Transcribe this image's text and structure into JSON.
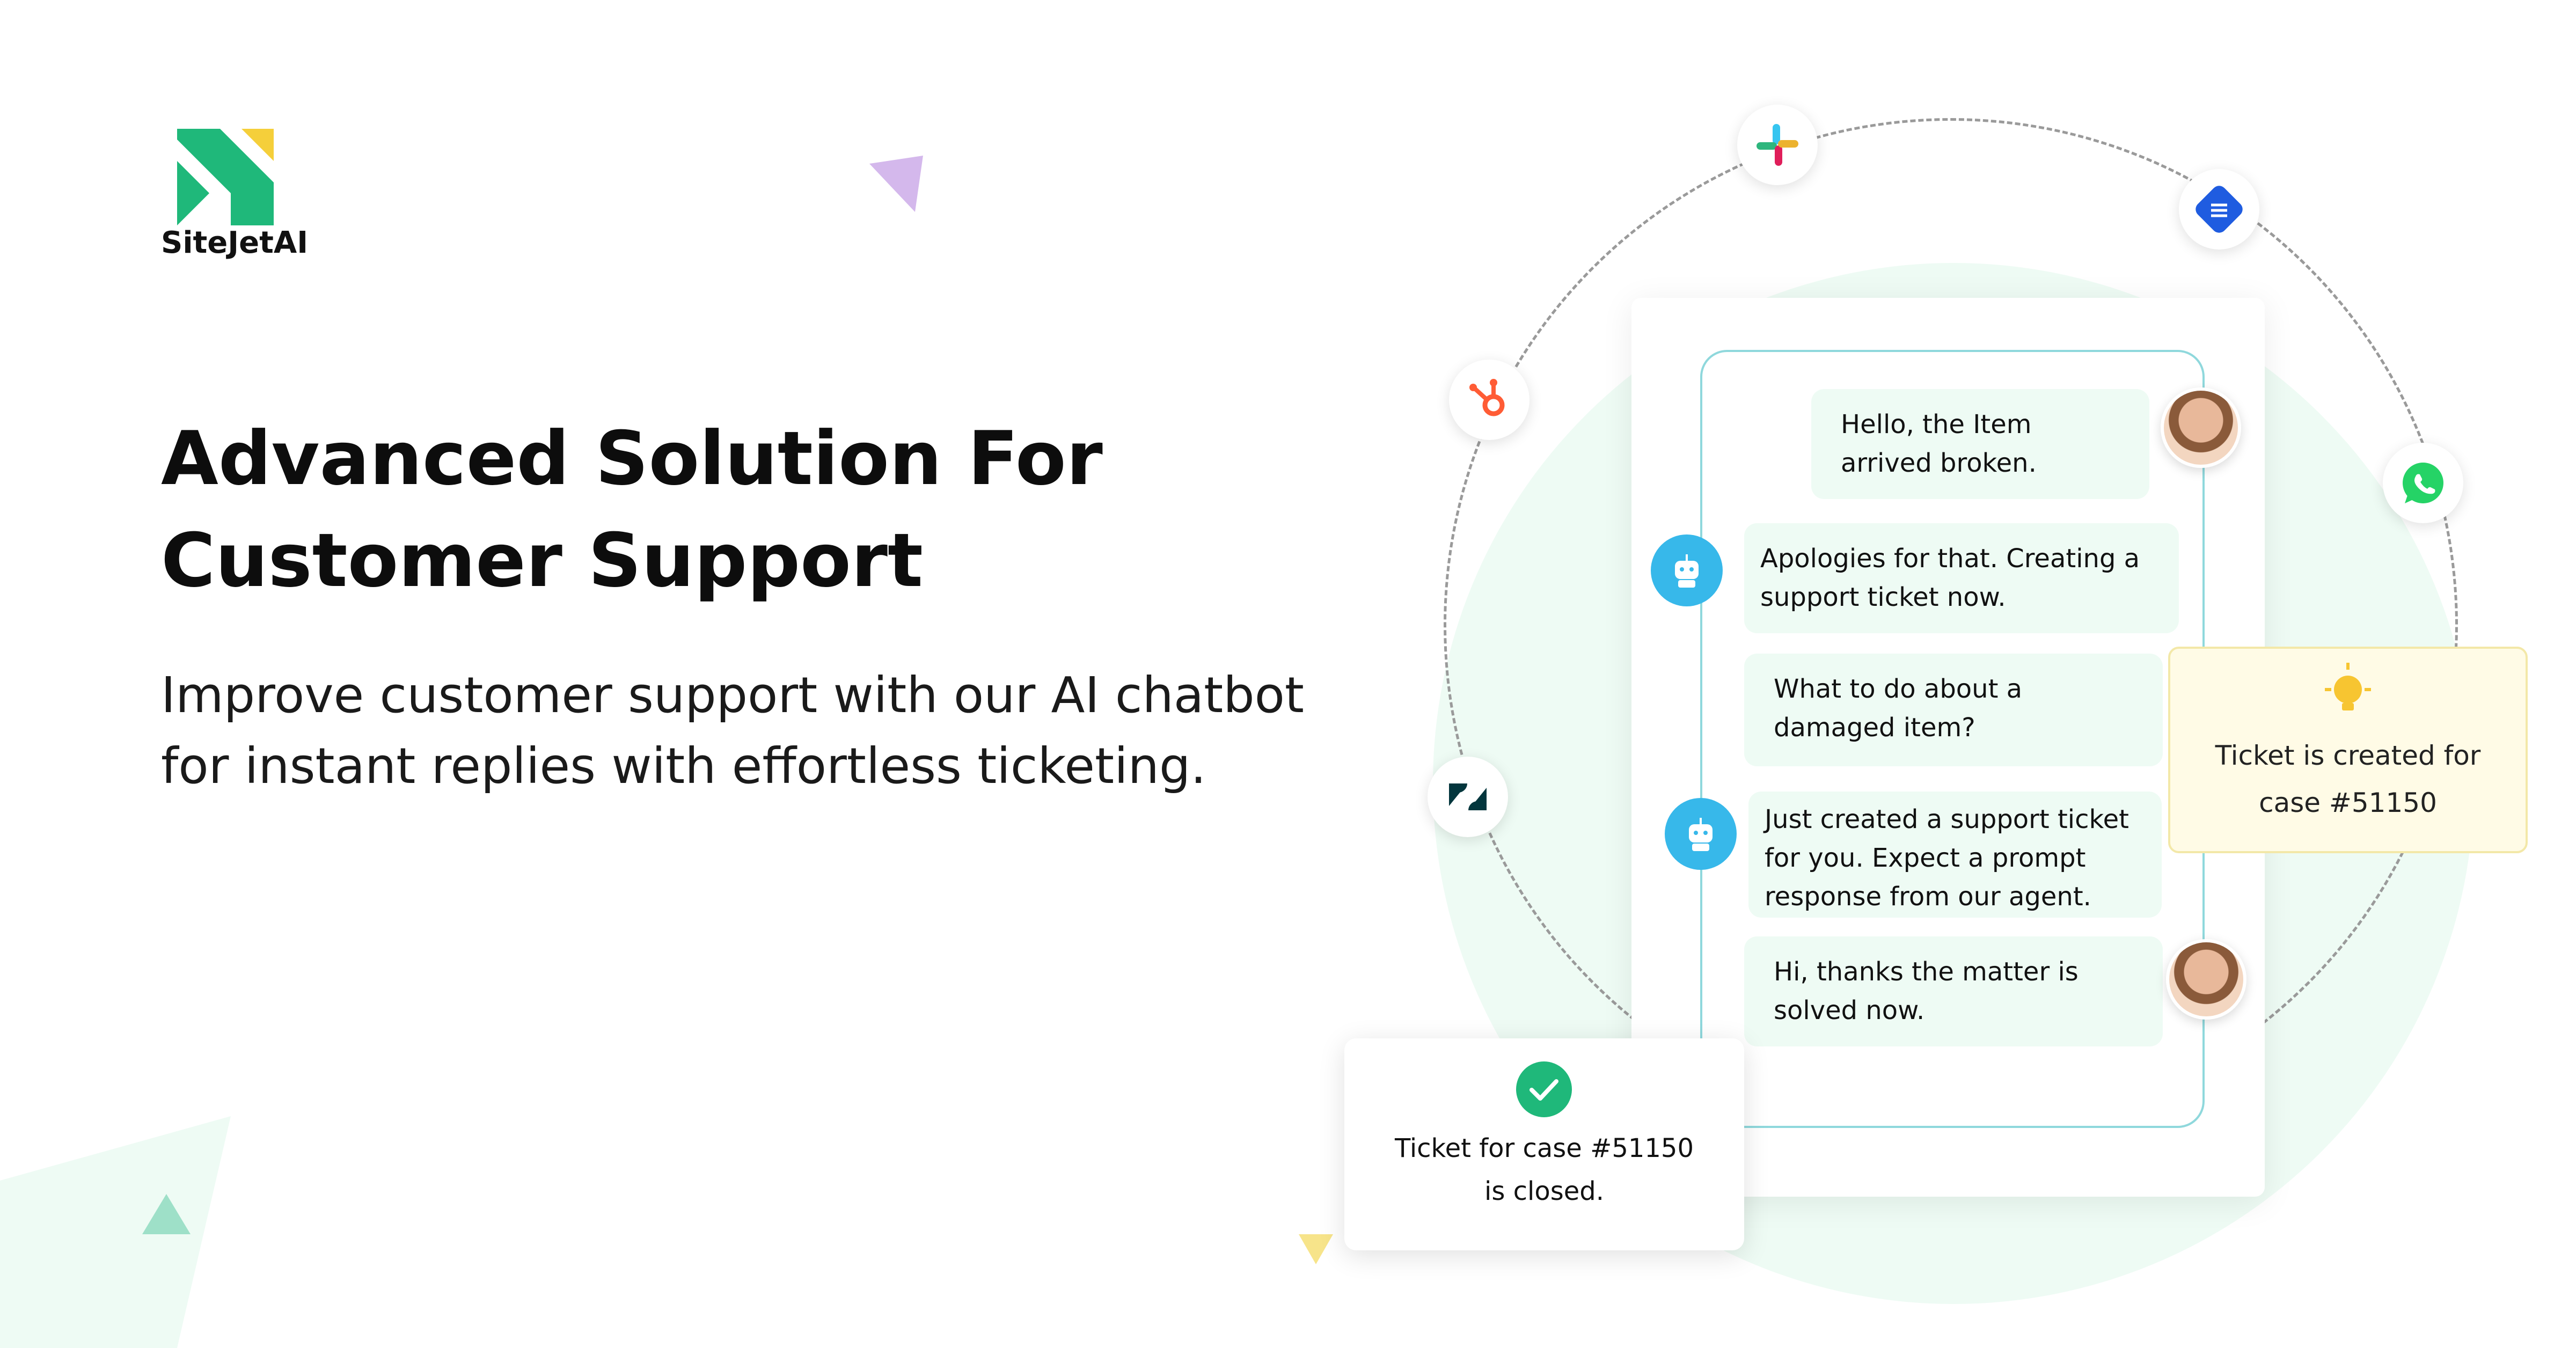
{
  "brand": {
    "name": "SiteJetAI",
    "logo_icon": "sitejet-logo-icon",
    "primary_color": "#1fb87a",
    "accent_color": "#f5cf3a"
  },
  "hero": {
    "headline_line1": "Advanced Solution For",
    "headline_line2": "Customer Support",
    "subline_line1": "Improve customer support with our AI chatbot",
    "subline_line2": "for instant replies with effortless ticketing."
  },
  "chat": {
    "messages": [
      {
        "sender": "user",
        "text": "Hello, the Item arrived broken."
      },
      {
        "sender": "bot",
        "text": "Apologies for that. Creating a support ticket now."
      },
      {
        "sender": "user",
        "text": "What to do about a damaged item?"
      },
      {
        "sender": "bot",
        "text": "Just created a support ticket for you. Expect a prompt response from our agent."
      },
      {
        "sender": "user",
        "text": "Hi, thanks the matter is solved now."
      }
    ]
  },
  "notifications": {
    "created_line1": "Ticket is created for",
    "created_line2": "case #51150",
    "closed_line1": "Ticket for case #51150",
    "closed_line2": "is closed."
  },
  "integrations": [
    "slack-icon",
    "intercom-icon",
    "hubspot-icon",
    "whatsapp-icon",
    "zendesk-icon"
  ]
}
